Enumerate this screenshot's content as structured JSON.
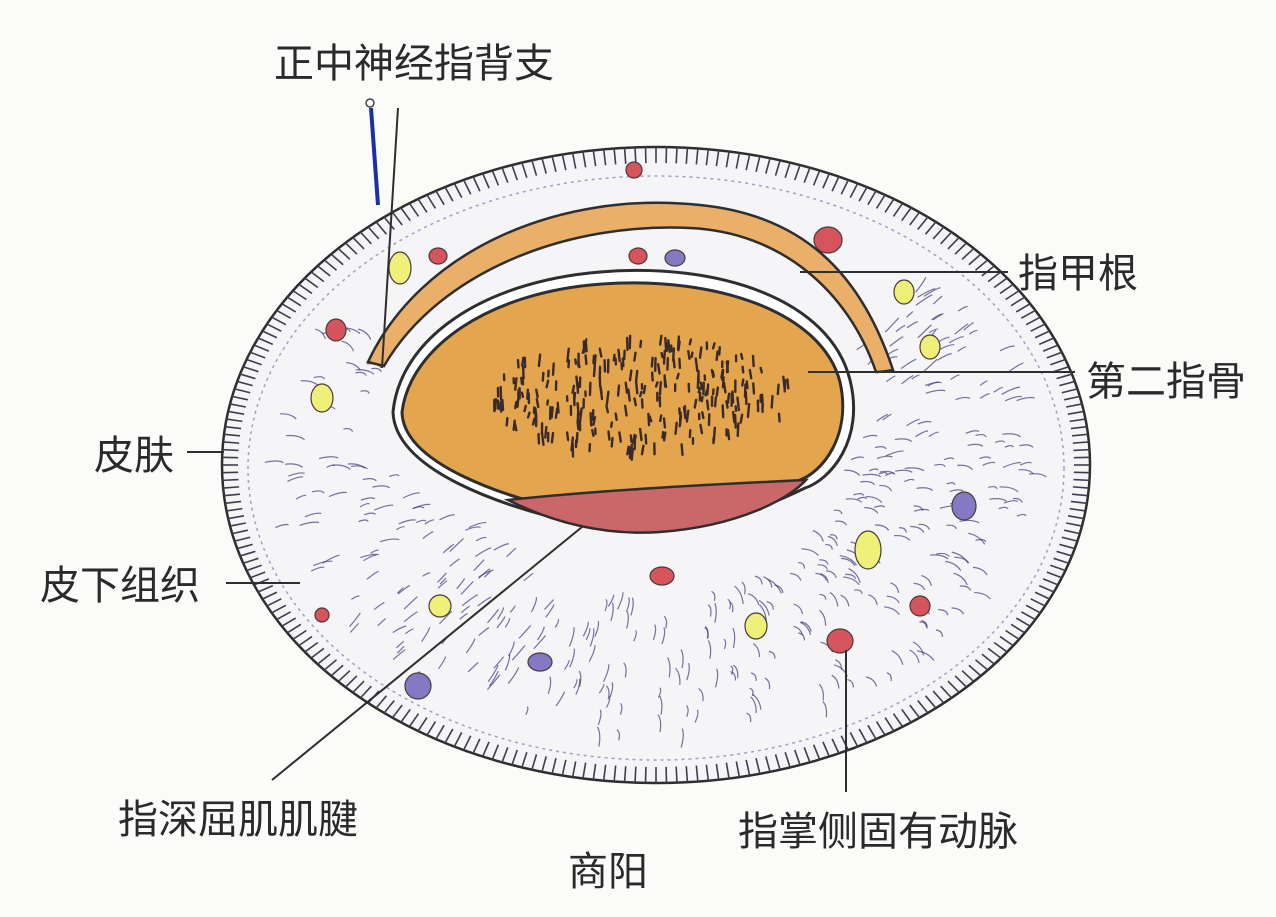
{
  "labels": {
    "nerve": "正中神经指背支",
    "nail_root": "指甲根",
    "phalanx": "第二指骨",
    "skin": "皮肤",
    "subcutaneous": "皮下组织",
    "tendon": "指深屈肌肌腱",
    "artery": "指掌侧固有动脉",
    "acupoint": "商阳"
  },
  "colors": {
    "bone": "#e3a64e",
    "nail": "#eab06a",
    "tendon": "#c9676a",
    "marrow": "#3a2a2a",
    "skin_tick": "#3d3d50",
    "fibers": "#2c2c6e",
    "needle": "#1e2ea8",
    "vessel_red": "#d6545c",
    "nerve_yellow": "#eef07a",
    "vein_purple": "#8679c4"
  }
}
